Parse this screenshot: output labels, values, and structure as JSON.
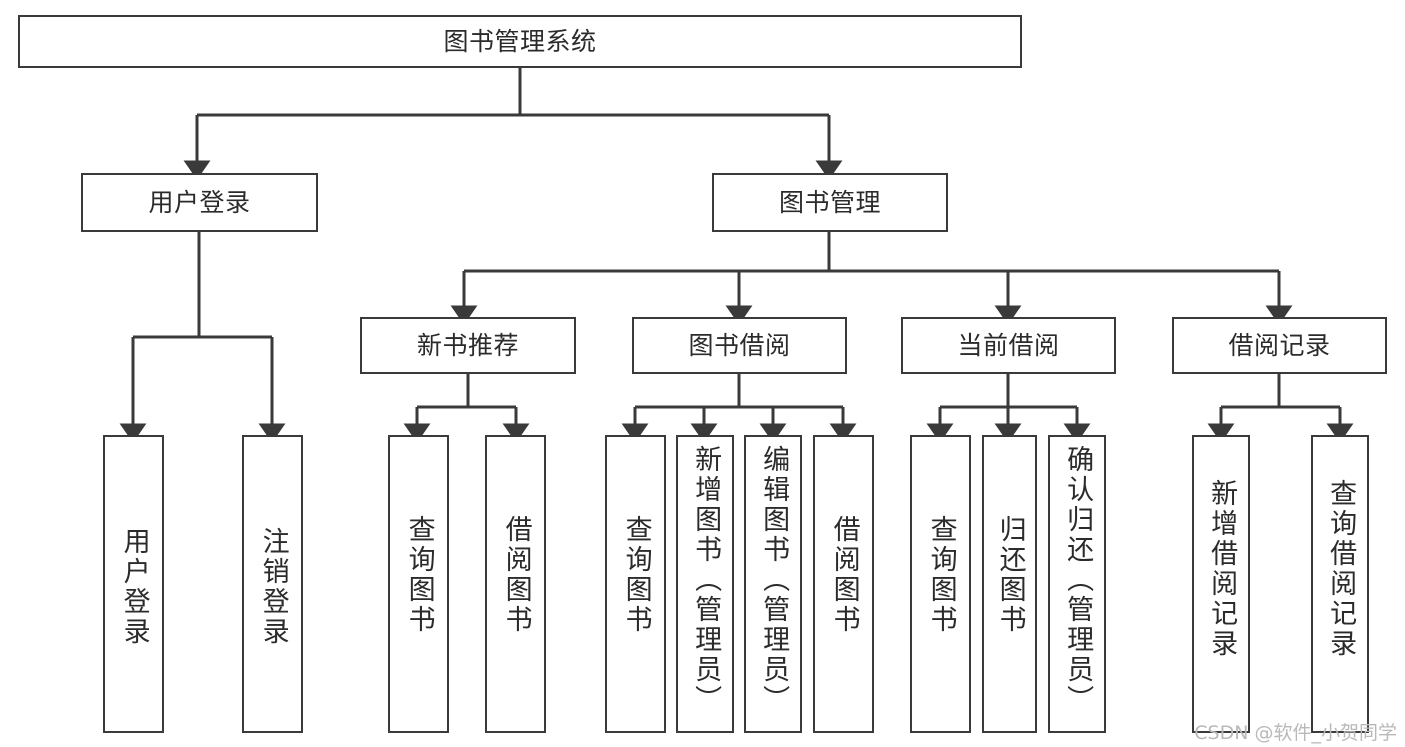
{
  "diagram": {
    "title": "图书管理系统",
    "type": "tree-hierarchy-diagram",
    "watermark": "CSDN @软件_小贺同学",
    "colors": {
      "stroke": "#3a3a3a",
      "fill": "#ffffff",
      "text": "#2b2b2b",
      "watermark": "#b9b9b9"
    },
    "root": {
      "label": "图书管理系统"
    },
    "level2": [
      {
        "label": "用户登录"
      },
      {
        "label": "图书管理"
      }
    ],
    "level3": [
      {
        "label": "新书推荐"
      },
      {
        "label": "图书借阅"
      },
      {
        "label": "当前借阅"
      },
      {
        "label": "借阅记录"
      }
    ],
    "leaves": [
      {
        "label": "用户登录",
        "parent": "用户登录"
      },
      {
        "label": "注销登录",
        "parent": "用户登录"
      },
      {
        "label": "查询图书",
        "parent": "新书推荐"
      },
      {
        "label": "借阅图书",
        "parent": "新书推荐"
      },
      {
        "label": "查询图书",
        "parent": "图书借阅"
      },
      {
        "label": "新增图书（管理员）",
        "parent": "图书借阅"
      },
      {
        "label": "编辑图书（管理员）",
        "parent": "图书借阅"
      },
      {
        "label": "借阅图书",
        "parent": "图书借阅"
      },
      {
        "label": "查询图书",
        "parent": "当前借阅"
      },
      {
        "label": "归还图书",
        "parent": "当前借阅"
      },
      {
        "label": "确认归还（管理员）",
        "parent": "当前借阅"
      },
      {
        "label": "新增借阅记录",
        "parent": "借阅记录"
      },
      {
        "label": "查询借阅记录",
        "parent": "借阅记录"
      }
    ]
  }
}
